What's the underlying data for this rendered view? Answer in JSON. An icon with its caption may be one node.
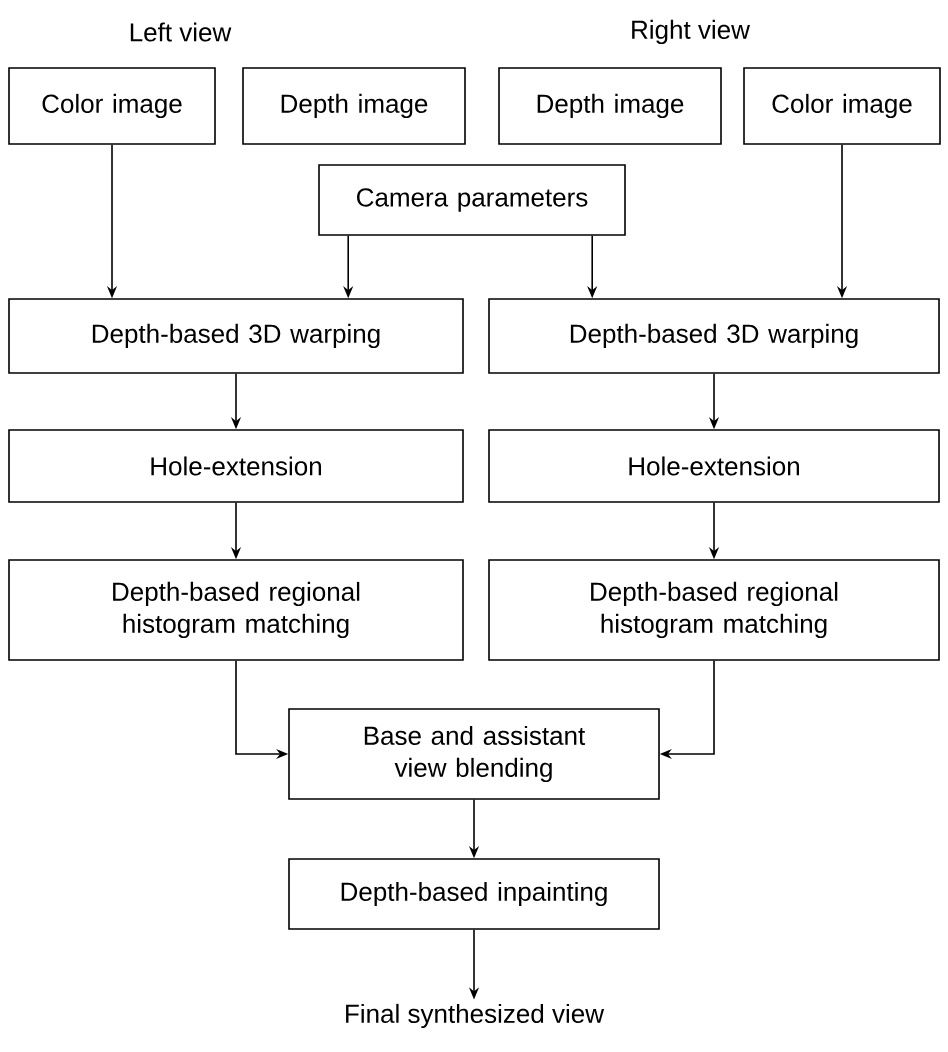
{
  "diagram": {
    "nodes": [
      {
        "text": [
          "Color image"
        ]
      },
      {
        "text": [
          "Depth image"
        ]
      },
      {
        "text": [
          "Depth image"
        ]
      },
      {
        "text": [
          "Color image"
        ]
      },
      {
        "text": [
          "Camera parameters"
        ]
      },
      {
        "text": [
          "Depth-based 3D warping"
        ]
      },
      {
        "text": [
          "Depth-based 3D warping"
        ]
      },
      {
        "text": [
          "Hole-extension"
        ]
      },
      {
        "text": [
          "Hole-extension"
        ]
      },
      {
        "text": [
          "Depth-based regional histogram matching"
        ]
      },
      {
        "text": [
          "Depth-based regional histogram matching"
        ]
      },
      {
        "text": [
          "Base and assistant view blending"
        ]
      },
      {
        "text": [
          "Depth-based inpainting"
        ]
      },
      {
        "text": [
          "Final synthesized view"
        ]
      }
    ],
    "edges": [
      {
        "from": 0,
        "to": 5,
        "arrow": "to"
      },
      {
        "from": 4,
        "to": 5,
        "arrow": "to"
      },
      {
        "from": 4,
        "to": 6,
        "arrow": "to"
      },
      {
        "from": 3,
        "to": 6,
        "arrow": "to"
      },
      {
        "from": 5,
        "to": 7,
        "arrow": "to"
      },
      {
        "from": 6,
        "to": 8,
        "arrow": "to"
      },
      {
        "from": 7,
        "to": 9,
        "arrow": "to"
      },
      {
        "from": 8,
        "to": 10,
        "arrow": "to"
      },
      {
        "from": 9,
        "to": 11,
        "arrow": "to"
      },
      {
        "from": 10,
        "to": 11,
        "arrow": "to"
      },
      {
        "from": 11,
        "to": 12,
        "arrow": "to"
      },
      {
        "from": 12,
        "to": 13,
        "arrow": "to"
      }
    ],
    "labels": [
      "Left view",
      "Right view"
    ]
  }
}
